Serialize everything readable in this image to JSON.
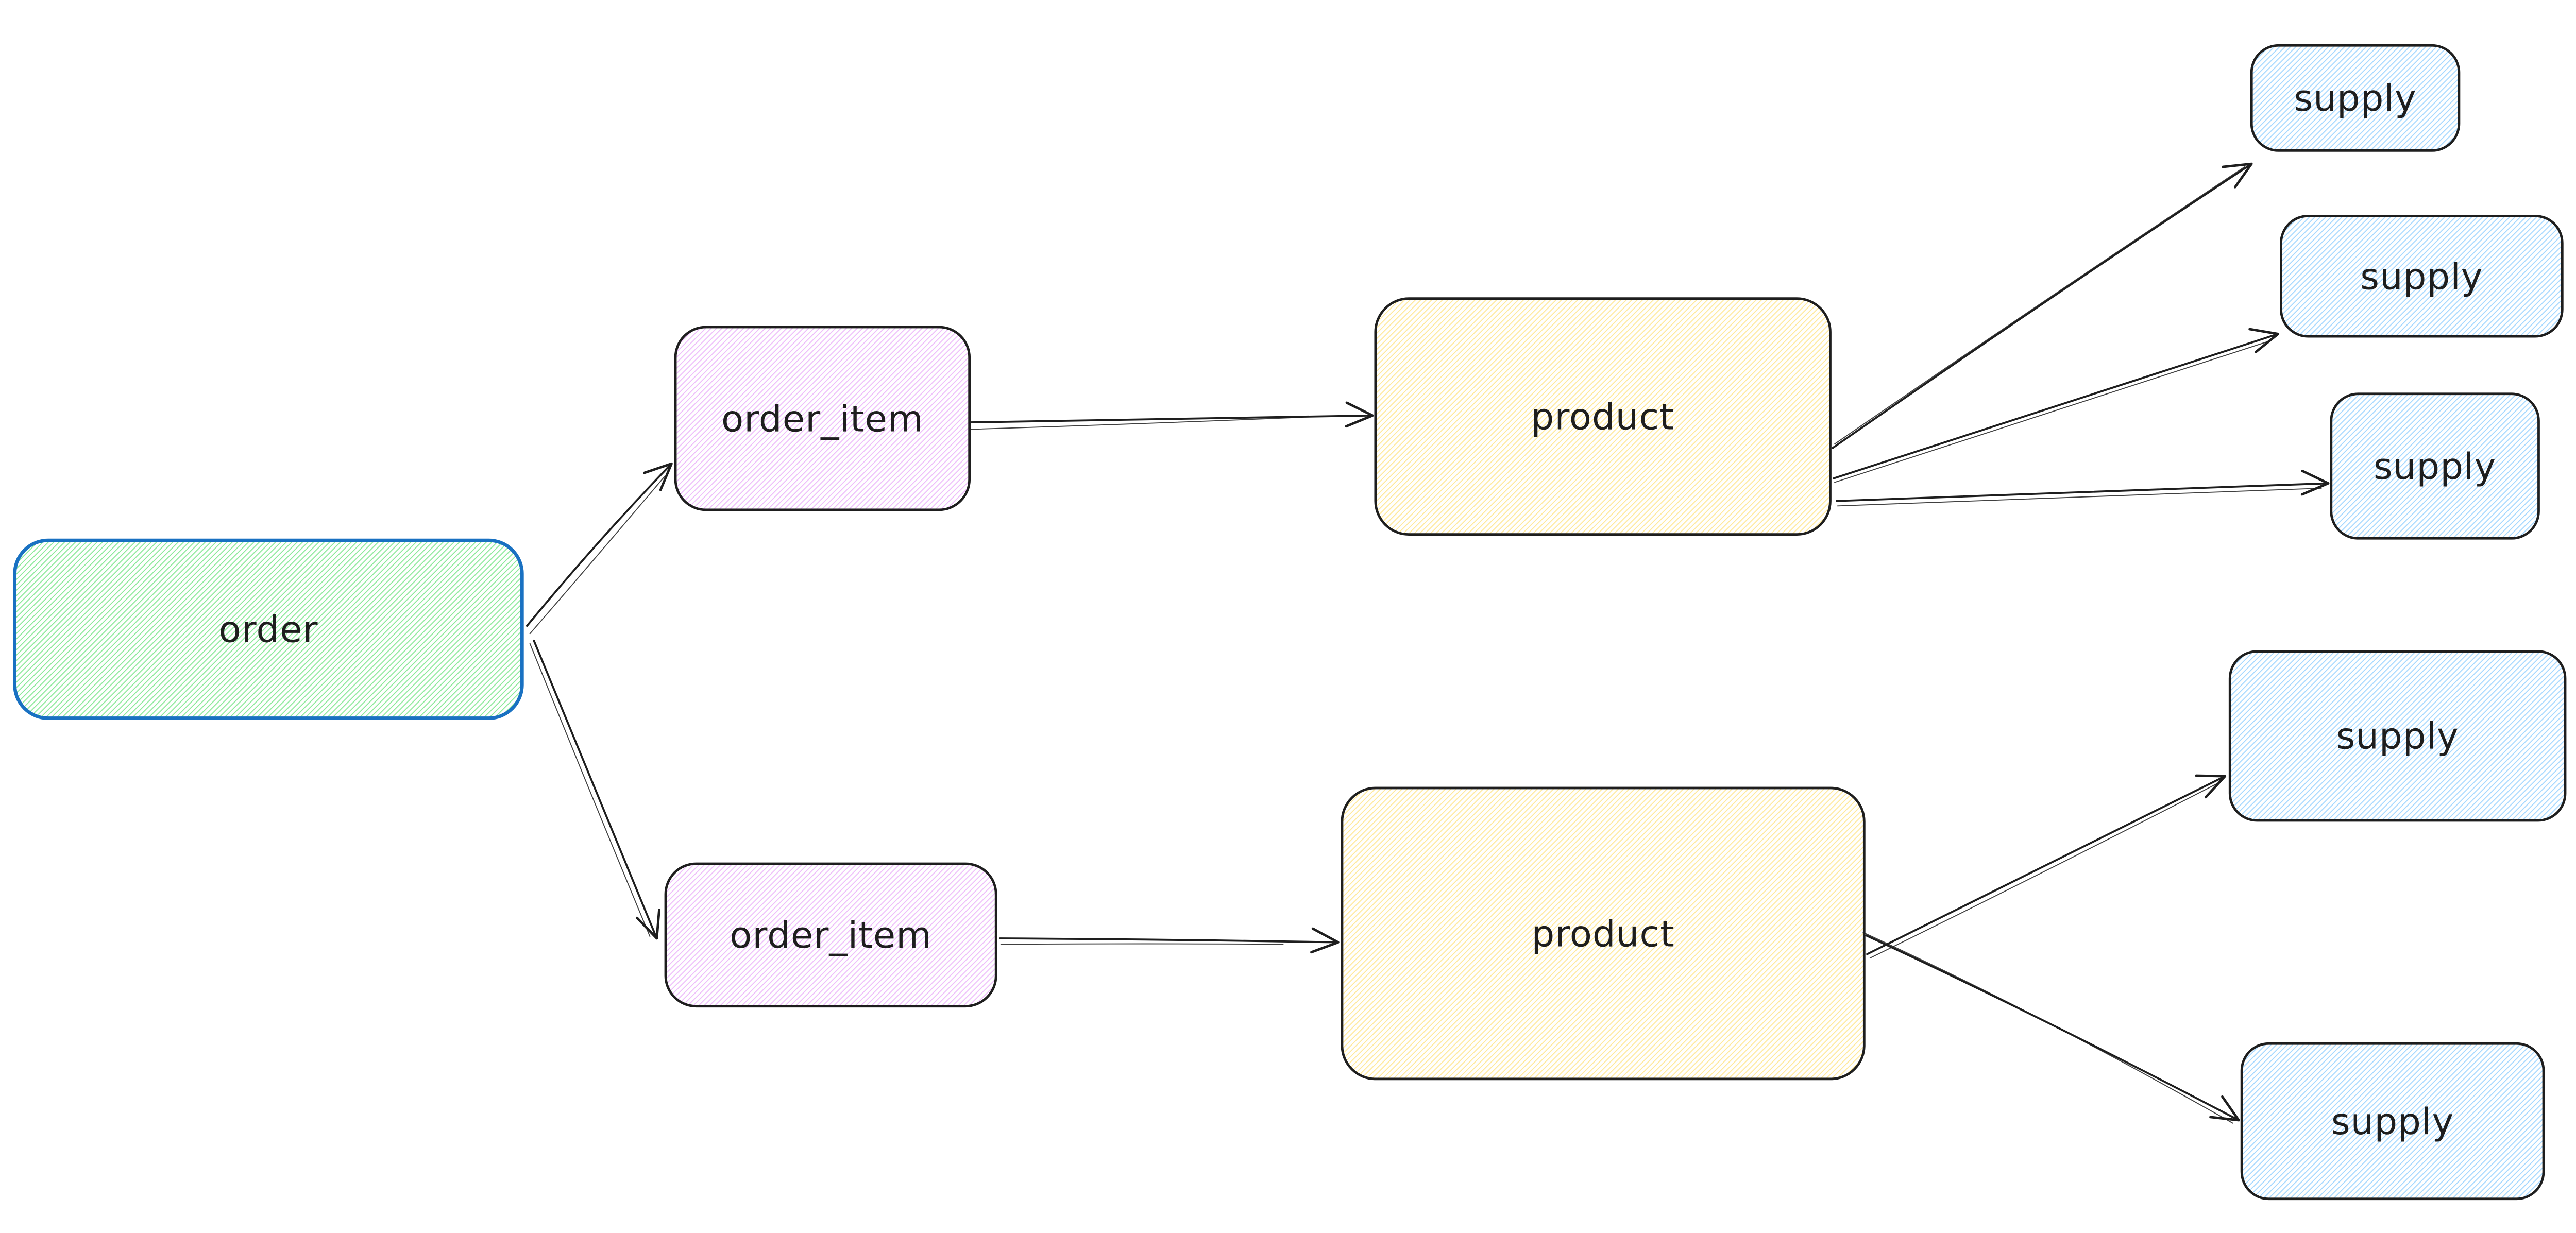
{
  "canvas": {
    "background": "#ffffff"
  },
  "colors": {
    "arrow": "#1e1e1e",
    "text": "#1e1e1e",
    "box_stroke": "#1e1e1e",
    "order_stroke": "#1971c2",
    "hachure_green": "#8ce99a",
    "hachure_violet": "#eebefa",
    "hachure_yellow": "#ffe99b",
    "hachure_blue": "#a5d8ff"
  },
  "nodes": {
    "order": {
      "label": "order"
    },
    "order_item_1": {
      "label": "order_item"
    },
    "order_item_2": {
      "label": "order_item"
    },
    "product_1": {
      "label": "product"
    },
    "product_2": {
      "label": "product"
    },
    "supply_1": {
      "label": "supply"
    },
    "supply_2": {
      "label": "supply"
    },
    "supply_3": {
      "label": "supply"
    },
    "supply_4": {
      "label": "supply"
    },
    "supply_5": {
      "label": "supply"
    }
  },
  "edges": [
    {
      "from": "order",
      "to": "order_item_1"
    },
    {
      "from": "order",
      "to": "order_item_2"
    },
    {
      "from": "order_item_1",
      "to": "product_1"
    },
    {
      "from": "order_item_2",
      "to": "product_2"
    },
    {
      "from": "product_1",
      "to": "supply_1"
    },
    {
      "from": "product_1",
      "to": "supply_2"
    },
    {
      "from": "product_1",
      "to": "supply_3"
    },
    {
      "from": "product_2",
      "to": "supply_4"
    },
    {
      "from": "product_2",
      "to": "supply_5"
    }
  ]
}
